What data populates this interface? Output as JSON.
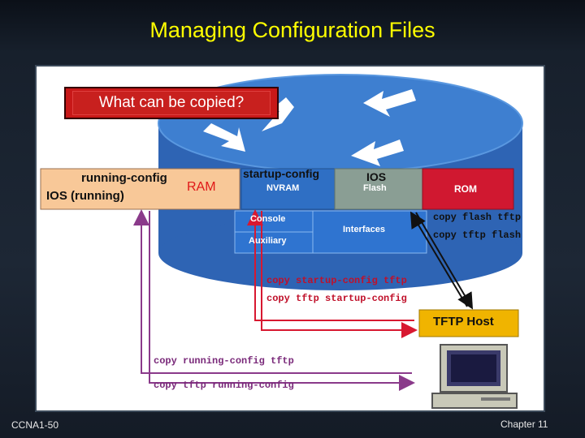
{
  "slide": {
    "title": "Managing Configuration Files",
    "footer_left": "CCNA1-50",
    "footer_right": "Chapter 11"
  },
  "diagram": {
    "question": "What can be copied?",
    "ram_box": {
      "line1": "running-config",
      "line2": "IOS (running)",
      "tag": "RAM"
    },
    "nvram_box": {
      "top": "startup-config",
      "label": "NVRAM"
    },
    "flash_box": {
      "top": "IOS",
      "label": "Flash"
    },
    "rom_box": {
      "label": "ROM"
    },
    "console_label": "Console",
    "auxiliary_label": "Auxiliary",
    "interfaces_label": "Interfaces",
    "tftp_host_label": "TFTP Host",
    "commands": {
      "flash_to_tftp": "copy flash tftp",
      "tftp_to_flash": "copy tftp flash",
      "startup_to_tftp": "copy startup-config tftp",
      "tftp_to_startup": "copy tftp startup-config",
      "running_to_tftp": "copy running-config tftp",
      "tftp_to_running": "copy tftp running-config"
    },
    "icons": [
      "router-icon",
      "computer-icon"
    ],
    "colors": {
      "router_top": "#3e7fd0",
      "router_side": "#2e64b4",
      "ram_box": "#f8c898",
      "nvram_box": "#2f6fc4",
      "flash_box": "#8a9e94",
      "rom_box": "#d01830",
      "tftp_box": "#f0b400",
      "command_text": "#c0102a",
      "arrow_purple": "#8a3a8a",
      "arrow_red": "#d81830"
    }
  }
}
